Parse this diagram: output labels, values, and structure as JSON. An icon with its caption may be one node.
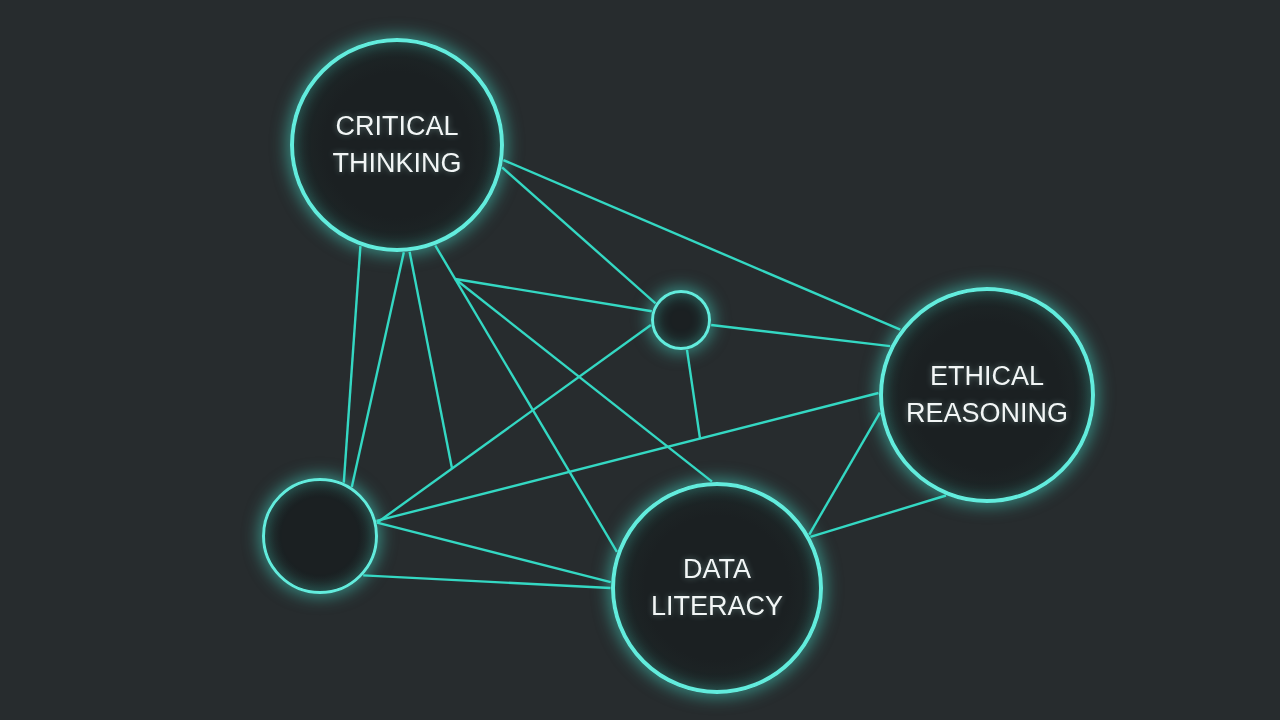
{
  "diagram": {
    "nodes": [
      {
        "text": [
          "CRITICAL THINKING"
        ]
      },
      {
        "text": [],
        "shape": "circle"
      },
      {
        "text": [
          "ETHICAL REASONING"
        ]
      },
      {
        "text": [],
        "shape": "circle"
      },
      {
        "text": [
          "DATA LITERACY"
        ]
      }
    ],
    "edges": [
      {
        "from": 0,
        "to": 2,
        "arrow": "none"
      },
      {
        "from": 0,
        "to": 1,
        "arrow": "none"
      },
      {
        "from": 0,
        "to": 4,
        "arrow": "none"
      },
      {
        "from": null,
        "to": 1,
        "arrow": "none"
      },
      {
        "from": null,
        "to": 4,
        "arrow": "none"
      },
      {
        "from": 0,
        "to": 3,
        "arrow": "none"
      },
      {
        "from": 0,
        "to": 3,
        "arrow": "none"
      },
      {
        "from": 0,
        "to": null,
        "arrow": "none"
      },
      {
        "from": 3,
        "to": 1,
        "arrow": "none"
      },
      {
        "from": 3,
        "to": 2,
        "arrow": "none"
      },
      {
        "from": 3,
        "to": 4,
        "arrow": "none"
      },
      {
        "from": 3,
        "to": 4,
        "arrow": "none"
      },
      {
        "from": 1,
        "to": 2,
        "arrow": "none"
      },
      {
        "from": 1,
        "to": null,
        "arrow": "none"
      },
      {
        "from": 2,
        "to": 4,
        "arrow": "none"
      },
      {
        "from": 2,
        "to": 4,
        "arrow": "none"
      }
    ]
  }
}
